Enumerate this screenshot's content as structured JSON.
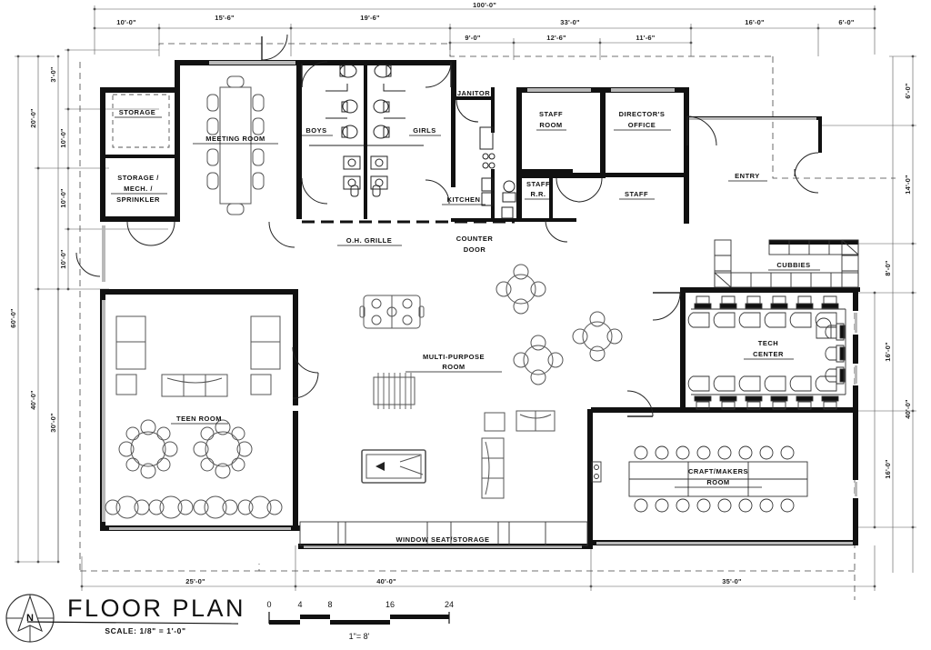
{
  "sheet": {
    "title": "FLOOR PLAN",
    "scale_note": "SCALE: 1/8\" = 1'-0\"",
    "north_label": "N"
  },
  "scale_bar": {
    "ticks": [
      "0",
      "4",
      "8",
      "16",
      "24"
    ],
    "equivalence": "1\"= 8'"
  },
  "rooms": [
    {
      "id": "storage",
      "label": "STORAGE"
    },
    {
      "id": "storage-mech",
      "label": "STORAGE /\nMECH. /\nSPRINKLER"
    },
    {
      "id": "meeting-room",
      "label": "MEETING ROOM"
    },
    {
      "id": "boys",
      "label": "BOYS"
    },
    {
      "id": "girls",
      "label": "GIRLS"
    },
    {
      "id": "janitor",
      "label": "JANITOR"
    },
    {
      "id": "kitchen",
      "label": "KITCHEN"
    },
    {
      "id": "staff-room",
      "label": "STAFF\nROOM"
    },
    {
      "id": "directors-office",
      "label": "DIRECTOR'S\nOFFICE"
    },
    {
      "id": "staff-rr",
      "label": "STAFF\nR.R."
    },
    {
      "id": "staff",
      "label": "STAFF"
    },
    {
      "id": "entry",
      "label": "ENTRY"
    },
    {
      "id": "cubbies",
      "label": "CUBBIES"
    },
    {
      "id": "tech-center",
      "label": "TECH\nCENTER"
    },
    {
      "id": "craft-makers",
      "label": "CRAFT/MAKERS\nROOM"
    },
    {
      "id": "multi-purpose",
      "label": "MULTI-PURPOSE\nROOM"
    },
    {
      "id": "teen-room",
      "label": "TEEN ROOM"
    },
    {
      "id": "window-seat",
      "label": "WINDOW SEAT/STORAGE"
    },
    {
      "id": "oh-grille",
      "label": "O.H. GRILLE"
    },
    {
      "id": "counter-door",
      "label": "COUNTER\nDOOR"
    }
  ],
  "dimensions": {
    "top_overall": "100'-0\"",
    "top_chain_1": [
      "10'-0\"",
      "15'-6\"",
      "19'-6\"",
      "33'-0\"",
      "16'-0\"",
      "6'-0\""
    ],
    "top_chain_2": [
      "9'-0\"",
      "12'-6\"",
      "11'-6\""
    ],
    "left_overall": "60'-0\"",
    "left_chain_mid": [
      "20'-0\"",
      "40'-0\""
    ],
    "left_chain_inner": [
      "3'-0\"",
      "10'-0\"",
      "10'-0\"",
      "10'-0\"",
      "30'-0\""
    ],
    "right_chain": [
      "6'-0\"",
      "14'-0\"",
      "8'-0\"",
      "16'-0\"",
      "16'-0\""
    ],
    "right_overall": "40'-0\"",
    "bottom_chain": [
      "25'-0\"",
      "40'-0\"",
      "35'-0\""
    ]
  },
  "colors": {
    "wall": "#111111",
    "line": "#333333",
    "dimline": "#555555",
    "paper": "#ffffff"
  }
}
